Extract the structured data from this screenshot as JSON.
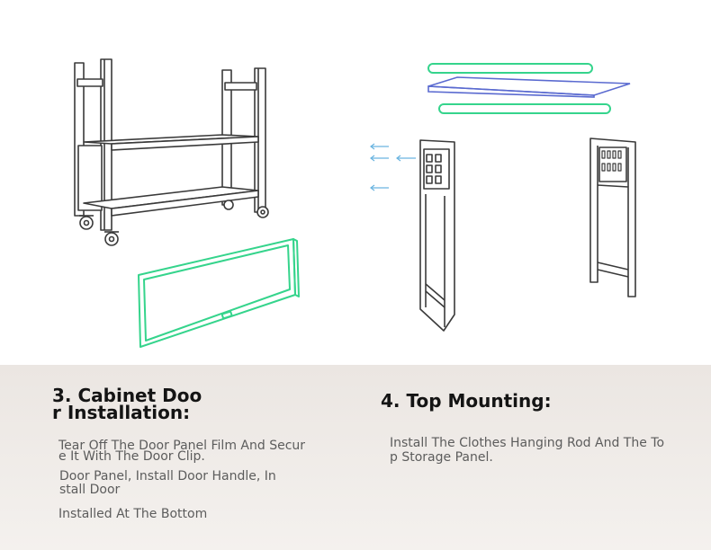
{
  "section3": {
    "title_line1": "3. Cabinet Doo",
    "title_line2": "r Installation:",
    "desc1_line1": "Tear Off The Door Panel Film And Secur",
    "desc1_line2": "e It With The Door Clip.",
    "desc2_line1": "Door Panel, Install Door Handle, In",
    "desc2_line2": "stall Door",
    "desc3": "Installed At The Bottom"
  },
  "section4": {
    "title": "4. Top Mounting:",
    "desc_line1": "Install The Clothes Hanging Rod And The To",
    "desc_line2": "p Storage Panel."
  },
  "colors": {
    "line": "#3a3a3a",
    "highlight_green": "#35d48c",
    "highlight_blue": "#5a6ad0",
    "screw_blue": "#6ab4e0",
    "panel_bg": "#ece7e3",
    "title_text": "#141414",
    "body_text": "#5c5c5c"
  }
}
